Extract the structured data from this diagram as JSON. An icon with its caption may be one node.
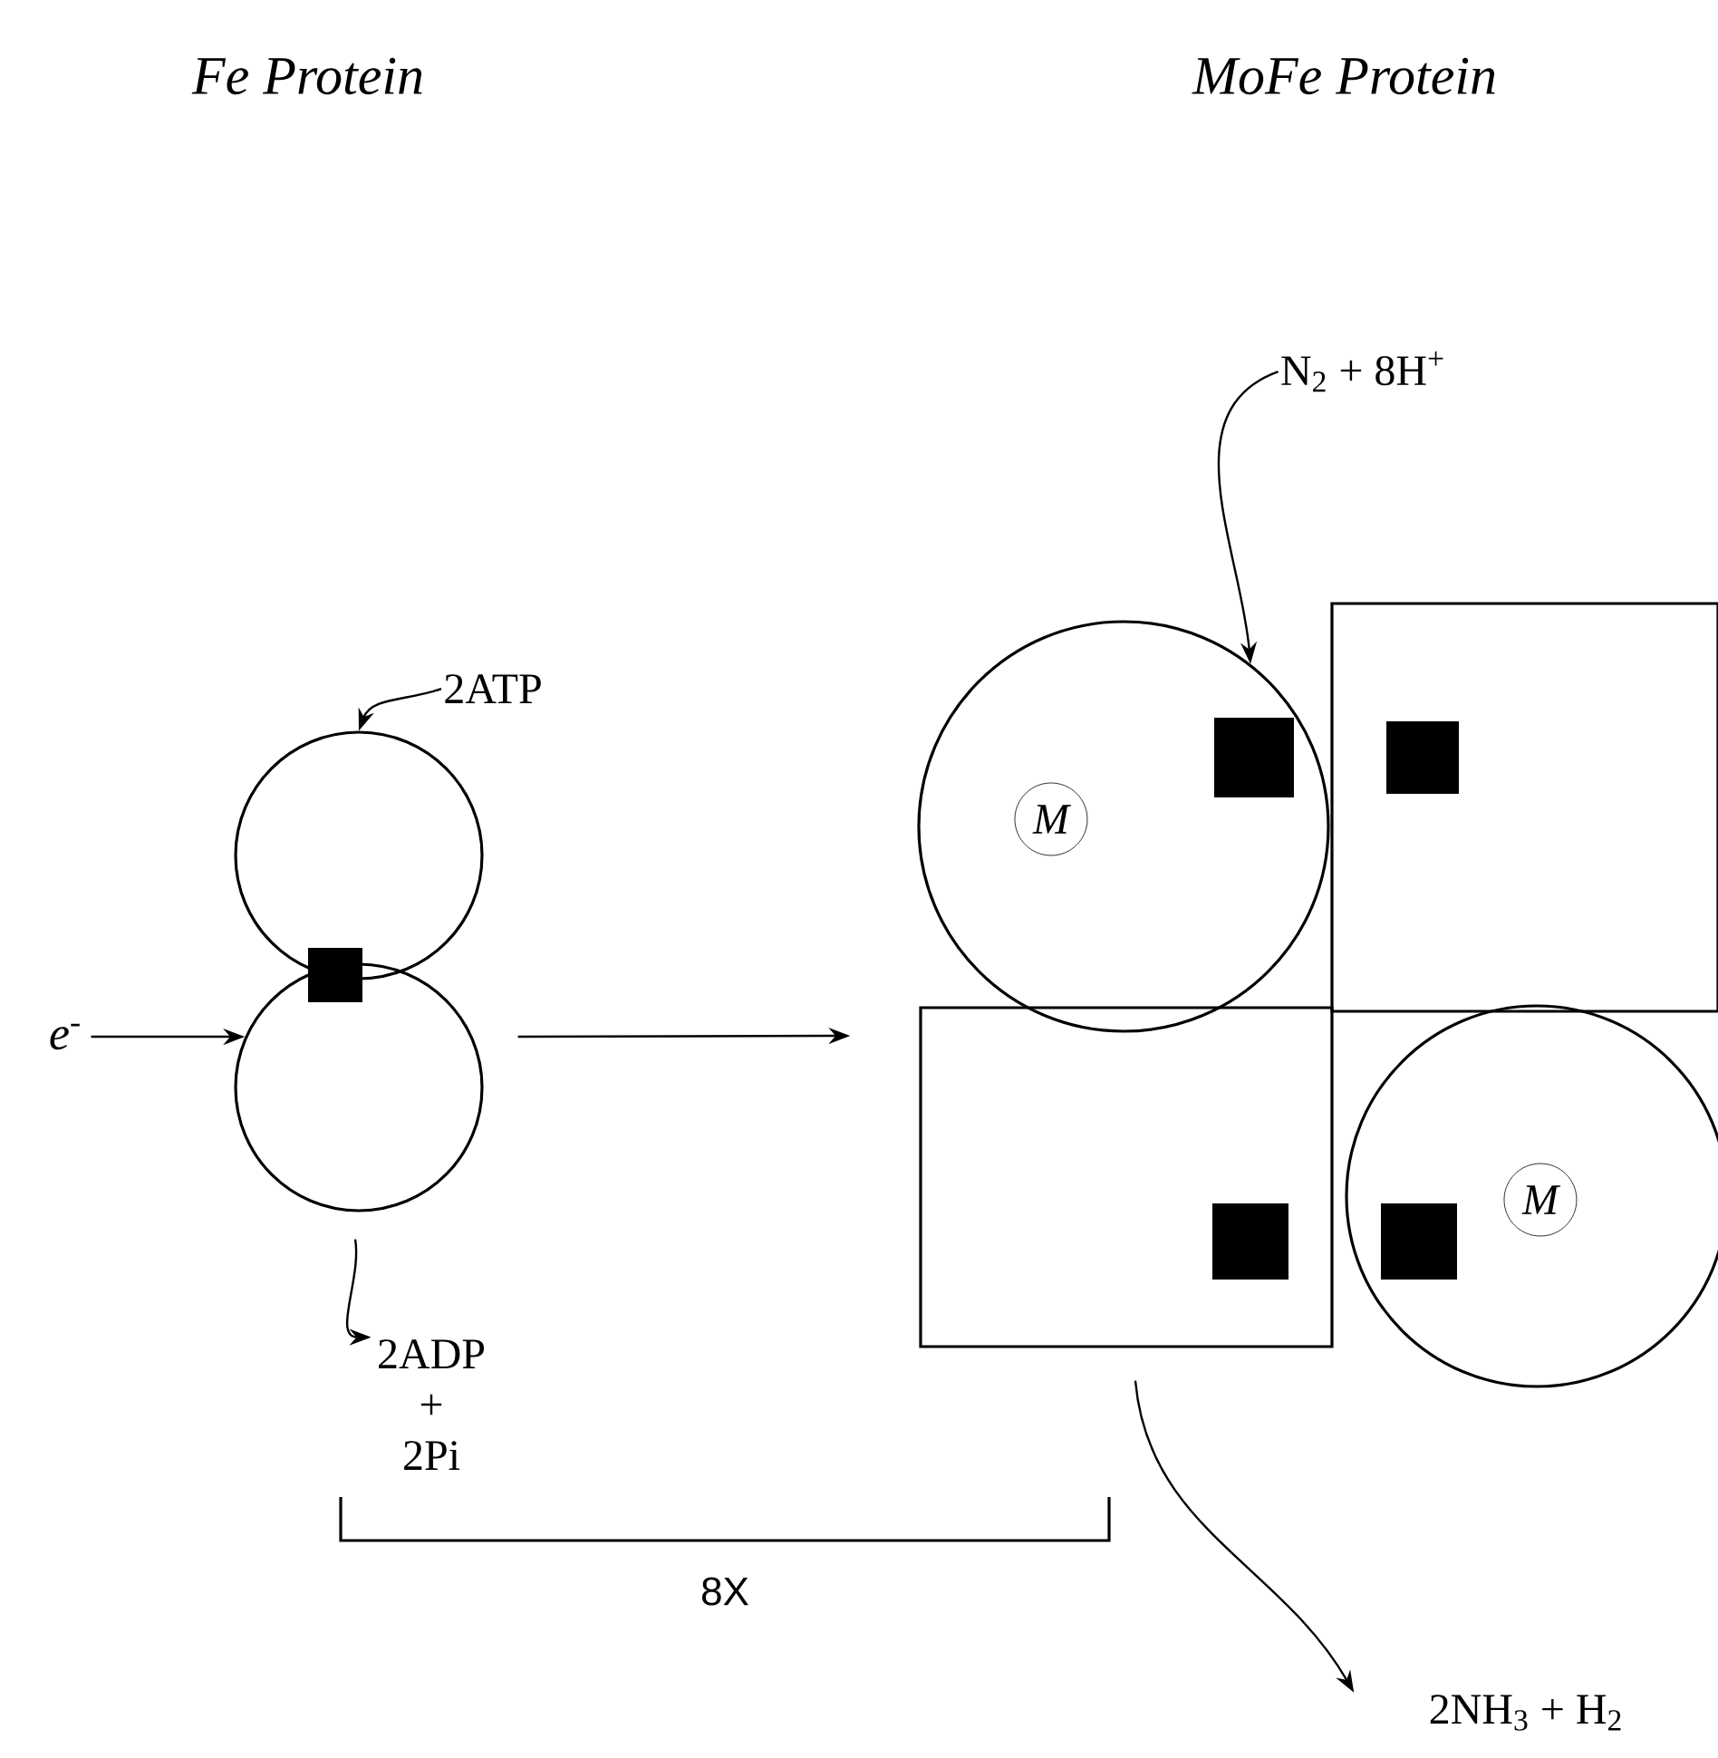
{
  "diagram": {
    "nodes": [
      {
        "text": [
          "e$^{-}$"
        ]
      },
      {
        "text": [],
        "shape": "circle"
      },
      {
        "text": [],
        "shape": "circle"
      },
      {
        "text": [
          "2ATP"
        ]
      },
      {
        "text": [
          "2ADP + 2Pi"
        ]
      },
      {
        "text": [],
        "shape": "circle"
      },
      {
        "text": [
          "M"
        ],
        "in": 5
      },
      {
        "text": [],
        "shape": "box"
      },
      {
        "text": [],
        "shape": "box"
      },
      {
        "text": [],
        "shape": "circle"
      },
      {
        "text": [
          "M"
        ],
        "in": 9
      },
      {
        "text": [
          "N$_{2}$ + 8H$^{+}$"
        ]
      },
      {
        "text": [
          "2NH$_{3}$ + H$_{2}$"
        ]
      }
    ],
    "edges": [
      {
        "from": 0,
        "to": 2,
        "arrow": "to"
      },
      {
        "from": 3,
        "to": 1,
        "arrow": "to"
      },
      {
        "from": 2,
        "to": 4,
        "arrow": "to"
      },
      {
        "from": 2,
        "to": 8,
        "arrow": "to"
      },
      {
        "from": 11,
        "to": 5,
        "arrow": "to"
      },
      {
        "from": 8,
        "to": 12,
        "arrow": "to"
      }
    ],
    "labels": [
      "Fe Protein",
      "MoFe Protein",
      "8X"
    ]
  }
}
